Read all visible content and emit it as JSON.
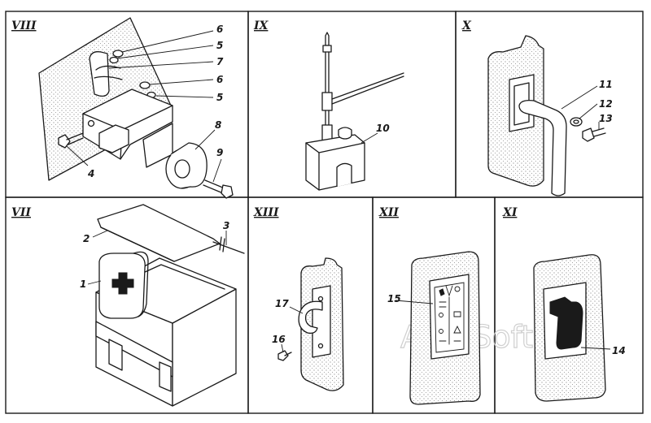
{
  "panels": [
    {
      "id": "VIII",
      "label": "VIII"
    },
    {
      "id": "IX",
      "label": "IX"
    },
    {
      "id": "X",
      "label": "X"
    },
    {
      "id": "VII",
      "label": "VII"
    },
    {
      "id": "XIII",
      "label": "XIII"
    },
    {
      "id": "XII",
      "label": "XII"
    },
    {
      "id": "XI",
      "label": "XI"
    }
  ],
  "callouts": {
    "VIII": [
      "6",
      "5",
      "7",
      "6",
      "5",
      "8",
      "9",
      "4"
    ],
    "IX": [
      "10"
    ],
    "X": [
      "11",
      "12",
      "13"
    ],
    "VII": [
      "2",
      "3",
      "1"
    ],
    "XIII": [
      "17",
      "16"
    ],
    "XII": [
      "15"
    ],
    "XI": [
      "14"
    ]
  },
  "watermark": "AutoSoft"
}
